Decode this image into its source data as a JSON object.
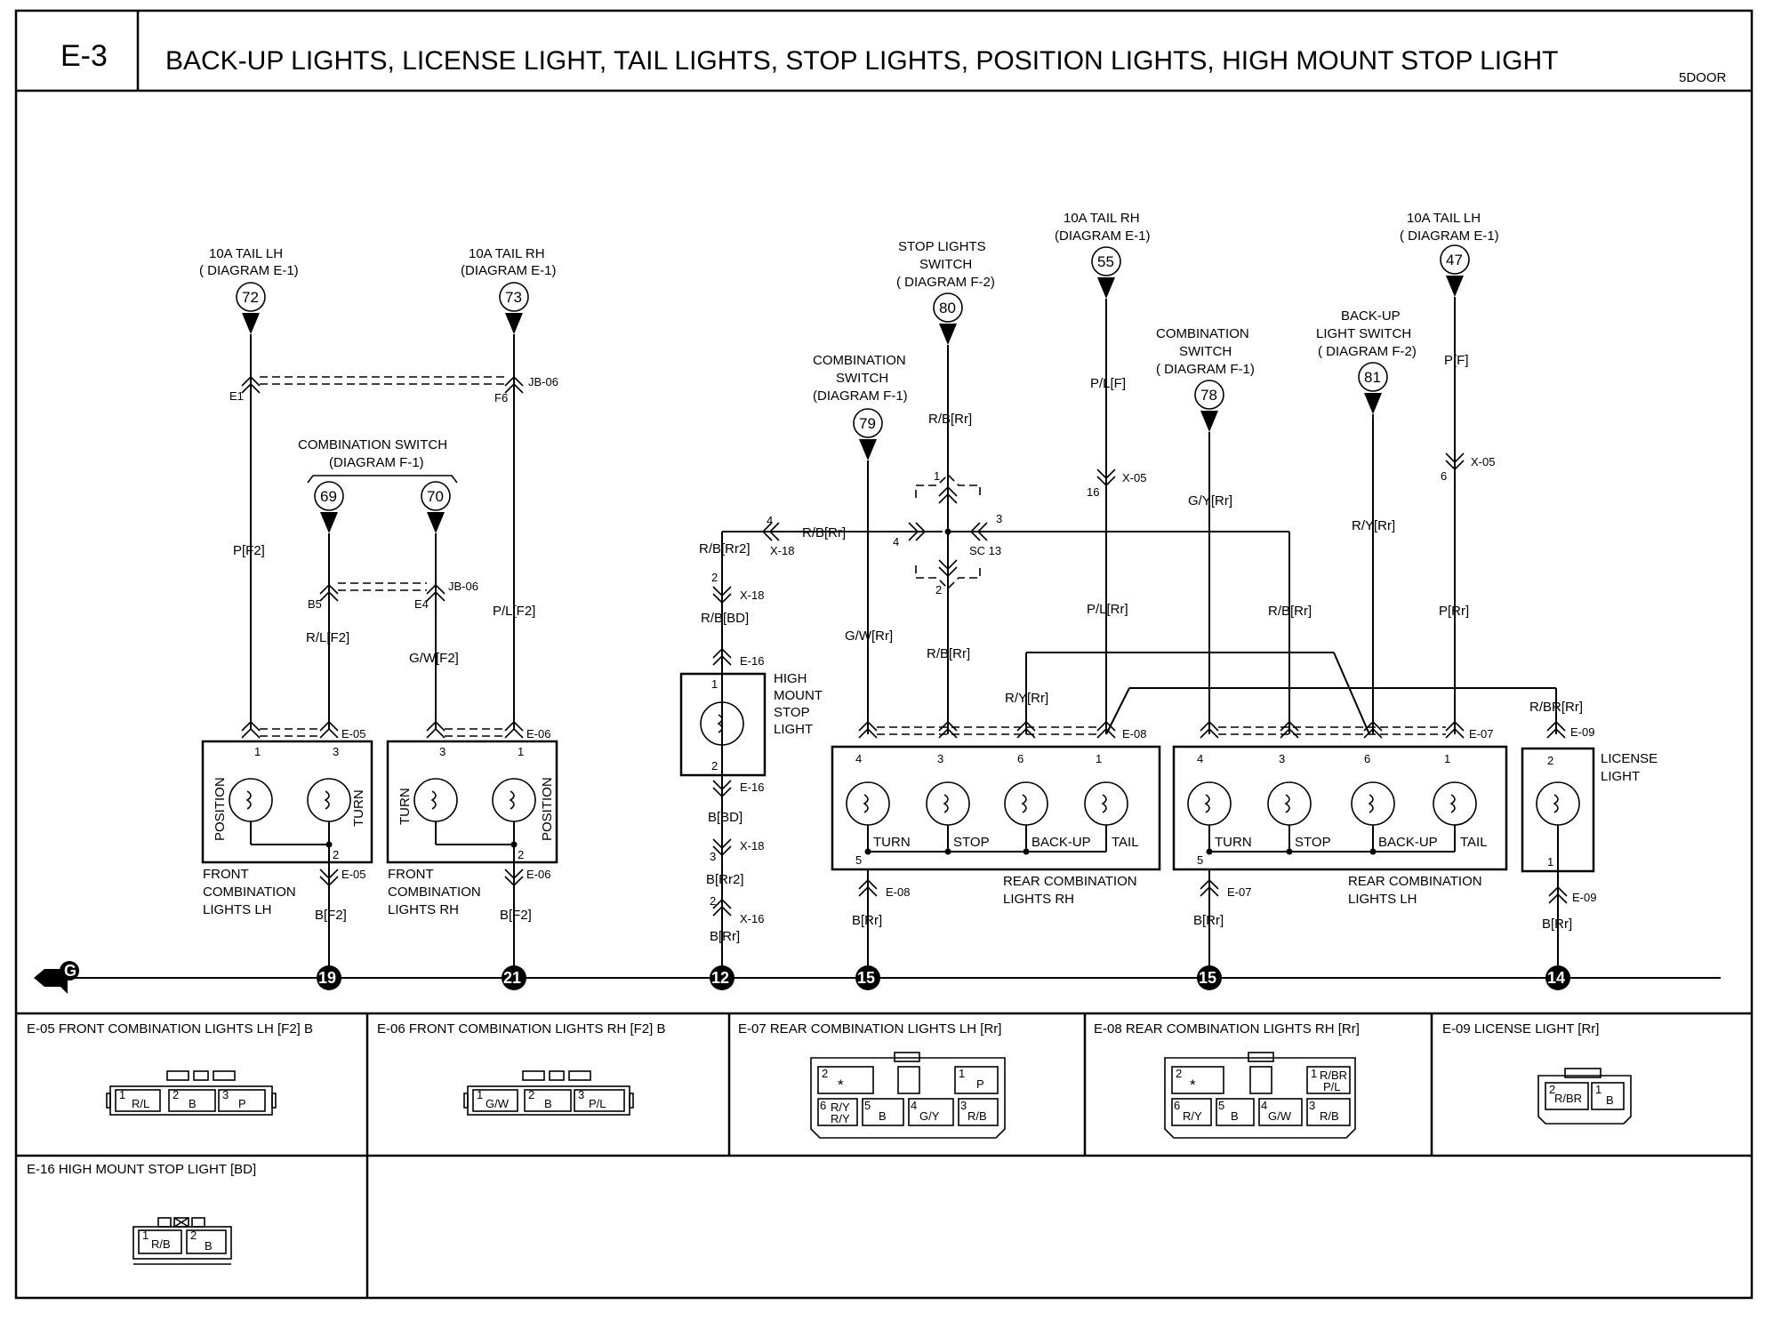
{
  "header": {
    "diagram_id": "E-3",
    "title": "BACK-UP LIGHTS, LICENSE LIGHT, TAIL LIGHTS, STOP LIGHTS, POSITION LIGHTS, HIGH MOUNT STOP LIGHT",
    "variant": "5DOOR"
  },
  "sources": {
    "s72": {
      "num": "72",
      "line1": "10A TAIL LH",
      "line2": "( DIAGRAM  E-1)"
    },
    "s73": {
      "num": "73",
      "line1": "10A TAIL RH",
      "line2": "(DIAGRAM  E-1)"
    },
    "s69": {
      "num": "69"
    },
    "s70": {
      "num": "70"
    },
    "s69_70_label": {
      "line1": "COMBINATION SWITCH",
      "line2": "(DIAGRAM  F-1)"
    },
    "s79": {
      "num": "79",
      "line1": "COMBINATION",
      "line2": "SWITCH",
      "line3": "(DIAGRAM  F-1)"
    },
    "s80": {
      "num": "80",
      "line1": "STOP LIGHTS",
      "line2": "SWITCH",
      "line3": "( DIAGRAM  F-2)"
    },
    "s55": {
      "num": "55",
      "line1": "10A TAIL RH",
      "line2": "(DIAGRAM  E-1)"
    },
    "s78": {
      "num": "78",
      "line1": "COMBINATION",
      "line2": "SWITCH",
      "line3": "( DIAGRAM  F-1)"
    },
    "s81": {
      "num": "81",
      "line1": "BACK-UP",
      "line2": "LIGHT SWITCH",
      "line3": "( DIAGRAM  F-2)"
    },
    "s47": {
      "num": "47",
      "line1": "10A TAIL LH",
      "line2": "( DIAGRAM  E-1)"
    }
  },
  "wires": {
    "p_f2": "P[F2]",
    "pl_f2": "P/L[F2]",
    "rl_f2": "R/L[F2]",
    "gw_f2": "G/W[F2]",
    "b_f2_a": "B[F2]",
    "b_f2_b": "B[F2]",
    "rb_rr2_top": "R/B[Rr2]",
    "rb_rr_top": "R/B[Rr]",
    "rb_bd": "R/B[BD]",
    "b_bd": "B[BD]",
    "b_rr2": "B[Rr2]",
    "b_rr_hm": "B[Rr]",
    "rb_rr_80": "R/B[Rr]",
    "gw_rr": "G/W[Rr]",
    "rb_rr_mid": "R/B[Rr]",
    "ry_rr": "R/Y[Rr]",
    "pl_f": "P/L[F]",
    "pl_rr": "P/L[Rr]",
    "gy_rr": "G/Y[Rr]",
    "rb_rr_right": "R/B[Rr]",
    "ry_rr_81": "R/Y[Rr]",
    "p_f": "P[F]",
    "p_rr": "P[Rr]",
    "rbr_rr": "R/BR[Rr]",
    "b_rr_rh": "B[Rr]",
    "b_rr_lh": "B[Rr]",
    "b_rr_lic": "B[Rr]"
  },
  "connectors_tags": {
    "e1": "E1",
    "f6": "F6",
    "jb06a": "JB-06",
    "b5": "B5",
    "e4": "E4",
    "jb06b": "JB-06",
    "e05t": "E-05",
    "e06t": "E-06",
    "e05b": "E-05",
    "e06b": "E-06",
    "x18a": "X-18",
    "x18b": "X-18",
    "x18c": "X-18",
    "x16": "X-16",
    "e16t": "E-16",
    "e16b": "E-16",
    "sc13": "SC 13",
    "x05a": "X-05",
    "x05b": "X-05",
    "e08t": "E-08",
    "e08b": "E-08",
    "e07t": "E-07",
    "e07b": "E-07",
    "e09t": "E-09",
    "e09b": "E-09"
  },
  "pins": {
    "p4a": "4",
    "p2a": "2",
    "p2b": "2",
    "p3a": "3",
    "p1a": "1",
    "p16": "16",
    "p6": "6",
    "p1sc": "1",
    "p2sc": "2",
    "p3sc": "3",
    "p4sc": "4",
    "p4x": "4",
    "fl_1": "1",
    "fl_3": "3",
    "fl_2": "2",
    "fr_3": "3",
    "fr_1": "1",
    "fr_2": "2",
    "hm_1": "1",
    "hm_2": "2",
    "rrh_4": "4",
    "rrh_3": "3",
    "rrh_6": "6",
    "rrh_1": "1",
    "rrh_5": "5",
    "rlh_4": "4",
    "rlh_3": "3",
    "rlh_6": "6",
    "rlh_1": "1",
    "rlh_5": "5",
    "lic_2": "2",
    "lic_1": "1"
  },
  "components": {
    "front_lh": {
      "l1": "FRONT",
      "l2": "COMBINATION",
      "l3": "LIGHTS LH",
      "pos": "POSITION",
      "turn": "TURN"
    },
    "front_rh": {
      "l1": "FRONT",
      "l2": "COMBINATION",
      "l3": "LIGHTS RH",
      "pos": "POSITION",
      "turn": "TURN"
    },
    "high_mount": {
      "l1": "HIGH",
      "l2": "MOUNT",
      "l3": "STOP",
      "l4": "LIGHT"
    },
    "rear_rh": {
      "l1": "REAR COMBINATION",
      "l2": "LIGHTS  RH",
      "turn": "TURN",
      "stop": "STOP",
      "backup": "BACK-UP",
      "tail": "TAIL"
    },
    "rear_lh": {
      "l1": "REAR COMBINATION",
      "l2": "LIGHTS LH",
      "turn": "TURN",
      "stop": "STOP",
      "backup": "BACK-UP",
      "tail": "TAIL"
    },
    "license": {
      "l1": "LICENSE",
      "l2": "LIGHT"
    }
  },
  "grounds": {
    "g_main": "G",
    "g19": "19",
    "g21": "21",
    "g12": "12",
    "g15a": "15",
    "g15b": "15",
    "g14": "14"
  },
  "connector_views": {
    "e05": {
      "title": "E-05 FRONT COMBINATION LIGHTS LH [F2] B",
      "pins": [
        {
          "n": "1",
          "w": "R/L"
        },
        {
          "n": "2",
          "w": "B"
        },
        {
          "n": "3",
          "w": "P"
        }
      ]
    },
    "e06": {
      "title": "E-06 FRONT COMBINATION LIGHTS RH [F2] B",
      "pins": [
        {
          "n": "1",
          "w": "G/W"
        },
        {
          "n": "2",
          "w": "B"
        },
        {
          "n": "3",
          "w": "P/L"
        }
      ]
    },
    "e07": {
      "title": "E-07 REAR COMBINATION LIGHTS LH [Rr]",
      "star": "*",
      "p2": "2",
      "p1": "1",
      "w1": "P",
      "p6": "6",
      "w6a": "R/Y",
      "w6b": "R/Y",
      "p5": "5",
      "w5": "B",
      "p4": "4",
      "w4": "G/Y",
      "p3": "3",
      "w3": "R/B"
    },
    "e08": {
      "title": "E-08 REAR COMBINATION LIGHTS RH [Rr]",
      "star": "*",
      "p2": "2",
      "p1": "1",
      "w1a": "R/BR",
      "w1b": "P/L",
      "p6": "6",
      "w6": "R/Y",
      "p5": "5",
      "w5": "B",
      "p4": "4",
      "w4": "G/W",
      "p3": "3",
      "w3": "R/B"
    },
    "e09": {
      "title": "E-09 LICENSE LIGHT [Rr]",
      "pins": [
        {
          "n": "2",
          "w": "R/BR"
        },
        {
          "n": "1",
          "w": "B"
        }
      ]
    },
    "e16": {
      "title": "E-16 HIGH MOUNT STOP LIGHT [BD]",
      "pins": [
        {
          "n": "1",
          "w": "R/B"
        },
        {
          "n": "2",
          "w": "B"
        }
      ]
    }
  }
}
